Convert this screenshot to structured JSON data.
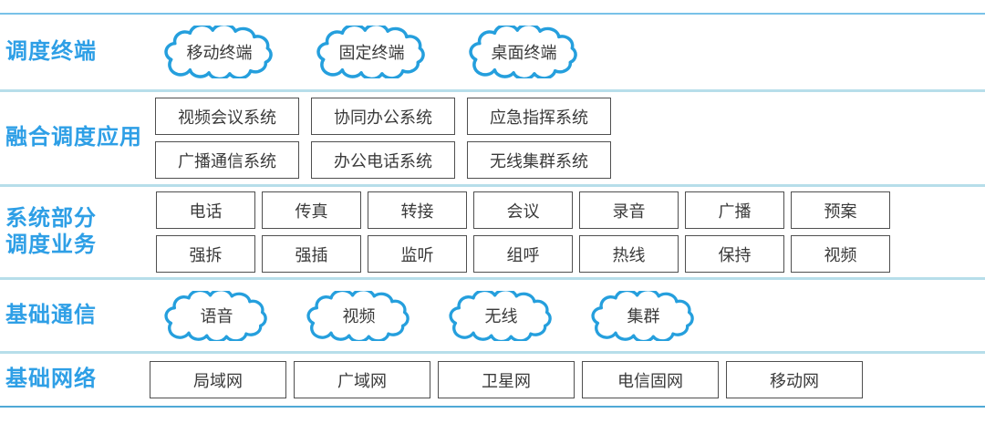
{
  "diagram_title": "dispatch-system-architecture",
  "colors": {
    "label_blue": "#2e9fe6",
    "cloud_stroke": "#259fdd",
    "divider_pale_blue": "#b7deea",
    "frame_top_blue": "#79c2e8",
    "frame_bottom_blue": "#4fa9d6",
    "box_border_gray": "#4f4f4f",
    "text_dark": "#3a3a3a",
    "background": "#ffffff"
  },
  "icons": {
    "cloud": "cloud-shape"
  },
  "layers": {
    "terminals": {
      "label": "调度终端",
      "items": [
        "移动终端",
        "固定终端",
        "桌面终端"
      ]
    },
    "applications": {
      "label": "融合调度应用",
      "row1": [
        "视频会议系统",
        "协同办公系统",
        "应急指挥系统"
      ],
      "row2": [
        "广播通信系统",
        "办公电话系统",
        "无线集群系统"
      ]
    },
    "services": {
      "label_line1": "系统部分",
      "label_line2": "调度业务",
      "row1": [
        "电话",
        "传真",
        "转接",
        "会议",
        "录音",
        "广播",
        "预案"
      ],
      "row2": [
        "强拆",
        "强插",
        "监听",
        "组呼",
        "热线",
        "保持",
        "视频"
      ]
    },
    "communications": {
      "label": "基础通信",
      "items": [
        "语音",
        "视频",
        "无线",
        "集群"
      ]
    },
    "networks": {
      "label": "基础网络",
      "items": [
        "局域网",
        "广域网",
        "卫星网",
        "电信固网",
        "移动网"
      ]
    }
  }
}
